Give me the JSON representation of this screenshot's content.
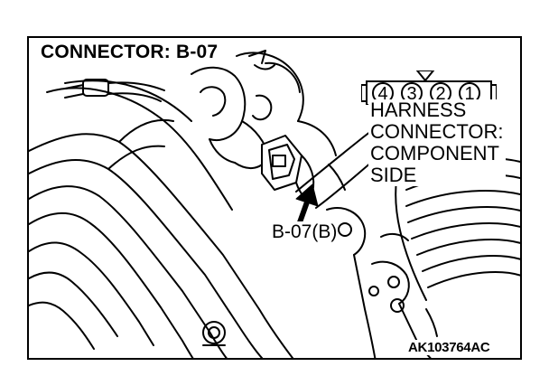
{
  "title": "CONNECTOR: B-07",
  "caption": {
    "lines": [
      "HARNESS",
      "CONNECTOR:",
      "COMPONENT",
      "SIDE"
    ]
  },
  "connector_pins": [
    "4",
    "3",
    "2",
    "1"
  ],
  "callout_label": "B-07(B)",
  "reference_code": "AK103764AC"
}
